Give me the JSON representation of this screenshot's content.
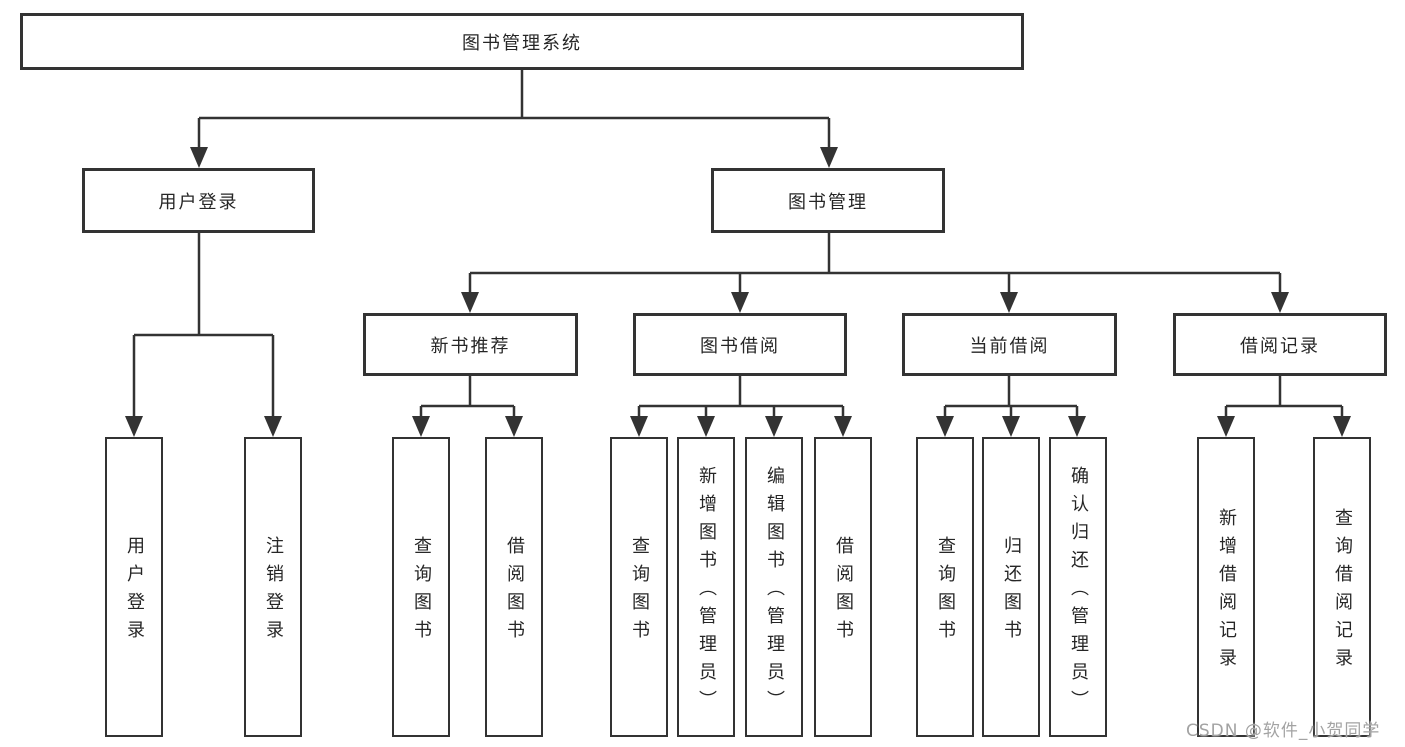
{
  "watermark": "CSDN @软件_小贺同学",
  "colors": {
    "line": "#333333",
    "box_border": "#333333",
    "box_background": "#ffffff",
    "text": "#262626",
    "watermark_text": "#a3a3a3"
  },
  "diagram_type": "hierarchy-tree",
  "tree": {
    "label": "图书管理系统",
    "children": [
      {
        "label": "用户登录",
        "children": [
          {
            "label": "用户登录"
          },
          {
            "label": "注销登录"
          }
        ]
      },
      {
        "label": "图书管理",
        "children": [
          {
            "label": "新书推荐",
            "children": [
              {
                "label": "查询图书"
              },
              {
                "label": "借阅图书"
              }
            ]
          },
          {
            "label": "图书借阅",
            "children": [
              {
                "label": "查询图书"
              },
              {
                "label": "新增图书（管理员）"
              },
              {
                "label": "编辑图书（管理员）"
              },
              {
                "label": "借阅图书"
              }
            ]
          },
          {
            "label": "当前借阅",
            "children": [
              {
                "label": "查询图书"
              },
              {
                "label": "归还图书"
              },
              {
                "label": "确认归还（管理员）"
              }
            ]
          },
          {
            "label": "借阅记录",
            "children": [
              {
                "label": "新增借阅记录"
              },
              {
                "label": "查询借阅记录"
              }
            ]
          }
        ]
      }
    ]
  }
}
